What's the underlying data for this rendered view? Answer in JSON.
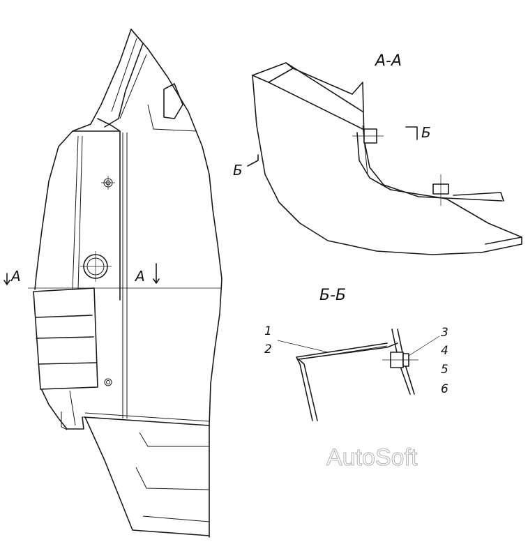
{
  "labels": {
    "section_aa": "А-А",
    "section_bb": "Б-Б",
    "cut_a_left": "А",
    "cut_a_right": "А",
    "cut_b_left": "Б",
    "cut_b_right": "Б"
  },
  "callouts": [
    "1",
    "2",
    "3",
    "4",
    "5",
    "6"
  ],
  "watermark": "AutoSoft"
}
